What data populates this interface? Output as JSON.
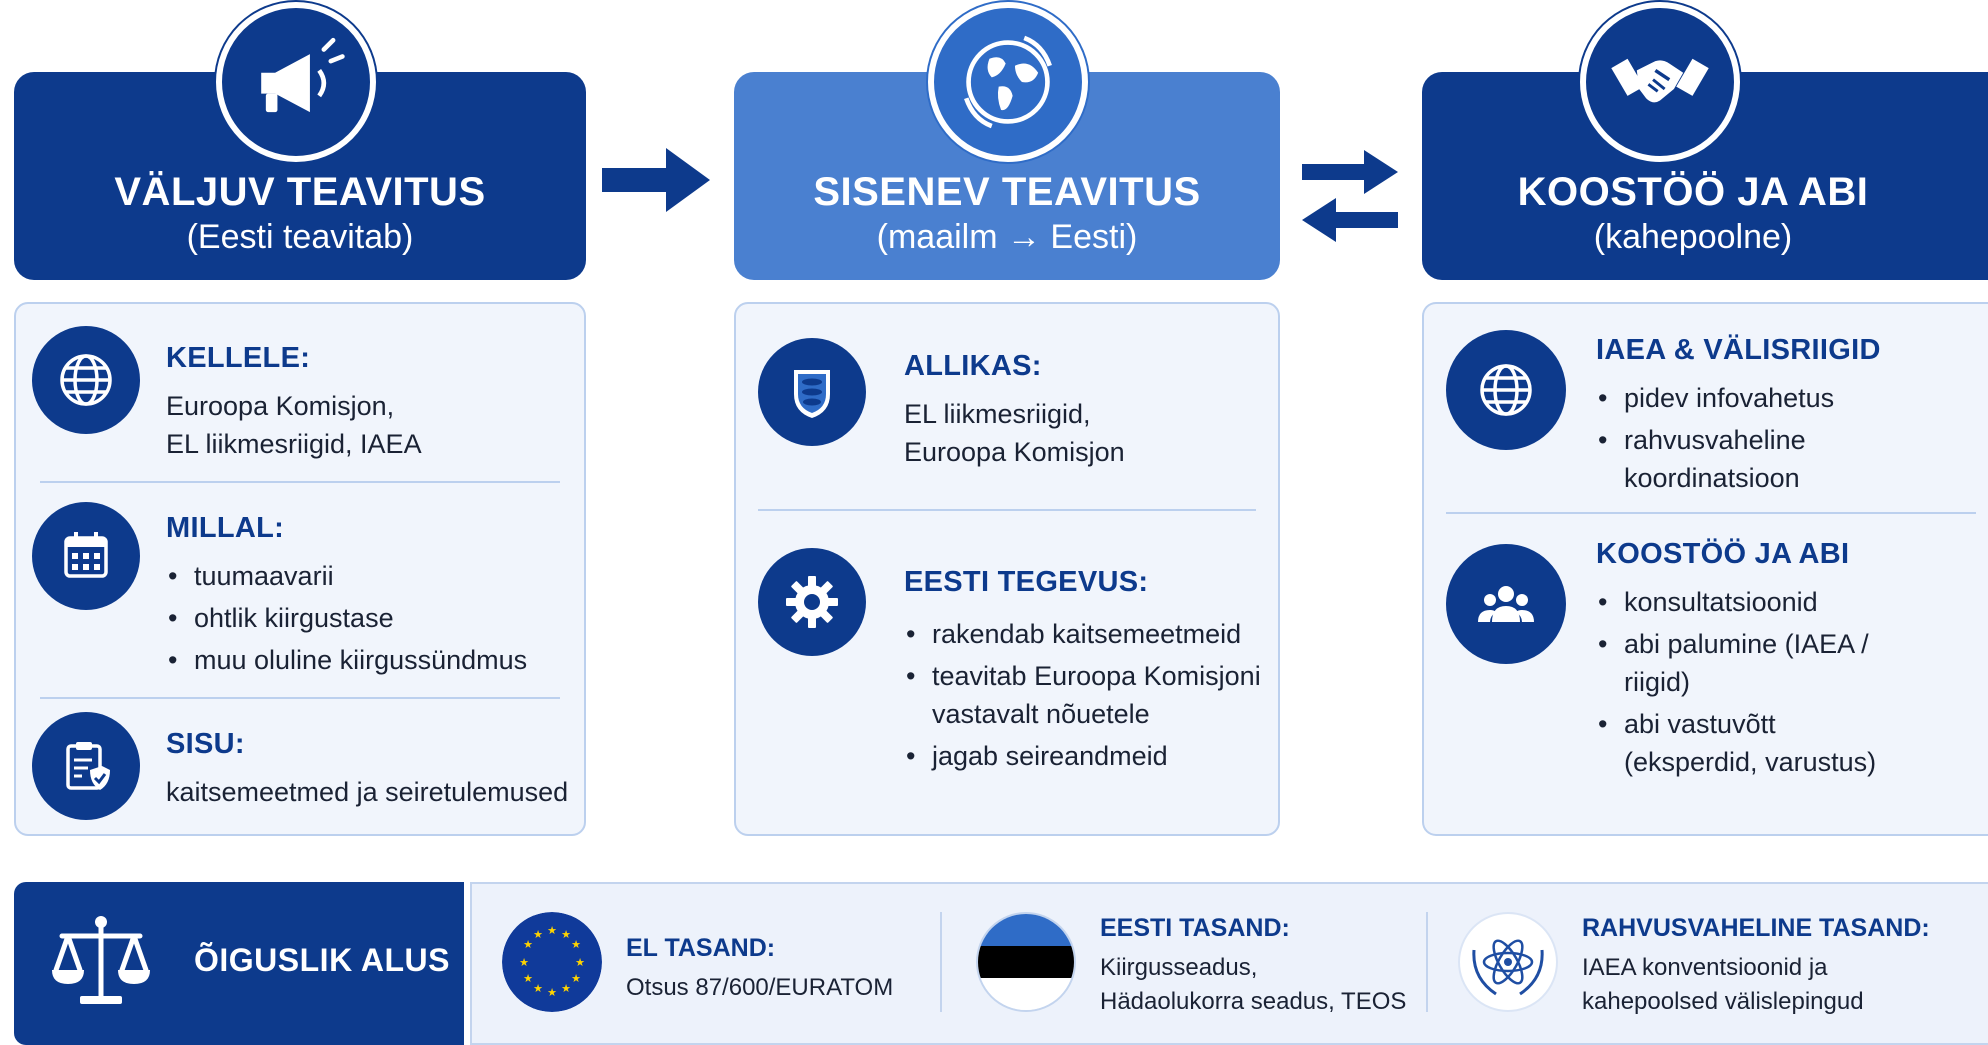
{
  "headers": [
    {
      "title": "VÄLJUV TEAVITUS",
      "subtitle": "(Eesti teavitab)",
      "icon": "megaphone-icon"
    },
    {
      "title": "SISENEV TEAVITUS",
      "subtitle": "(maailm → Eesti)",
      "icon": "globe-icon"
    },
    {
      "title": "KOOSTÖÖ JA ABI",
      "subtitle": "(kahepoolne)",
      "icon": "handshake-icon"
    }
  ],
  "left": {
    "kellele": {
      "title": "KELLELE:",
      "lines": [
        "Euroopa Komisjon,",
        "EL liikmesriigid, IAEA"
      ],
      "icon": "globe-icon"
    },
    "millal": {
      "title": "MILLAL:",
      "items": [
        "tuumaavarii",
        "ohtlik kiirgustase",
        "muu oluline kiirgussündmus"
      ],
      "icon": "calendar-icon"
    },
    "sisu": {
      "title": "SISU:",
      "text": "kaitsemeetmed ja seiretulemused",
      "icon": "clipboard-shield-icon"
    }
  },
  "middle": {
    "allikas": {
      "title": "ALLIKAS:",
      "lines": [
        "EL liikmesriigid,",
        "Euroopa Komisjon"
      ],
      "icon": "estonian-coat-of-arms-icon"
    },
    "tegevus": {
      "title": "EESTI TEGEVUS:",
      "items": [
        "rakendab kaitsemeetmeid",
        "teavitab Euroopa Komisjoni vastavalt nõuetele",
        "jagab seireandmeid"
      ],
      "icon": "gear-icon"
    }
  },
  "right": {
    "iaea": {
      "title": "IAEA & VÄLISRIIGID",
      "items": [
        "pidev infovahetus",
        "rahvusvaheline koordinatsioon"
      ],
      "icon": "globe-icon"
    },
    "koostoo": {
      "title": "KOOSTÖÖ JA ABI",
      "items": [
        "konsultatsioonid",
        "abi palumine (IAEA / riigid)",
        "abi vastuvõtt (eksperdid, varustus)"
      ],
      "icon": "people-icon"
    }
  },
  "legal": {
    "title": "ÕIGUSLIK ALUS",
    "icon": "scales-icon",
    "levels": [
      {
        "title": "EL TASAND:",
        "lines": [
          "Otsus 87/600/EURATOM"
        ],
        "icon": "eu-flag-icon"
      },
      {
        "title": "EESTI TASAND:",
        "lines": [
          "Kiirgusseadus,",
          "Hädaolukorra seadus, TEOS"
        ],
        "icon": "estonia-flag-icon"
      },
      {
        "title": "RAHVUSVAHELINE TASAND:",
        "lines": [
          "IAEA konventsioonid ja",
          "kahepoolsed välislepingud"
        ],
        "icon": "iaea-emblem-icon"
      }
    ]
  },
  "colors": {
    "dark_blue": "#0d3a8c",
    "light_blue": "#4a80d0",
    "panel_bg": "#f1f5fc"
  }
}
